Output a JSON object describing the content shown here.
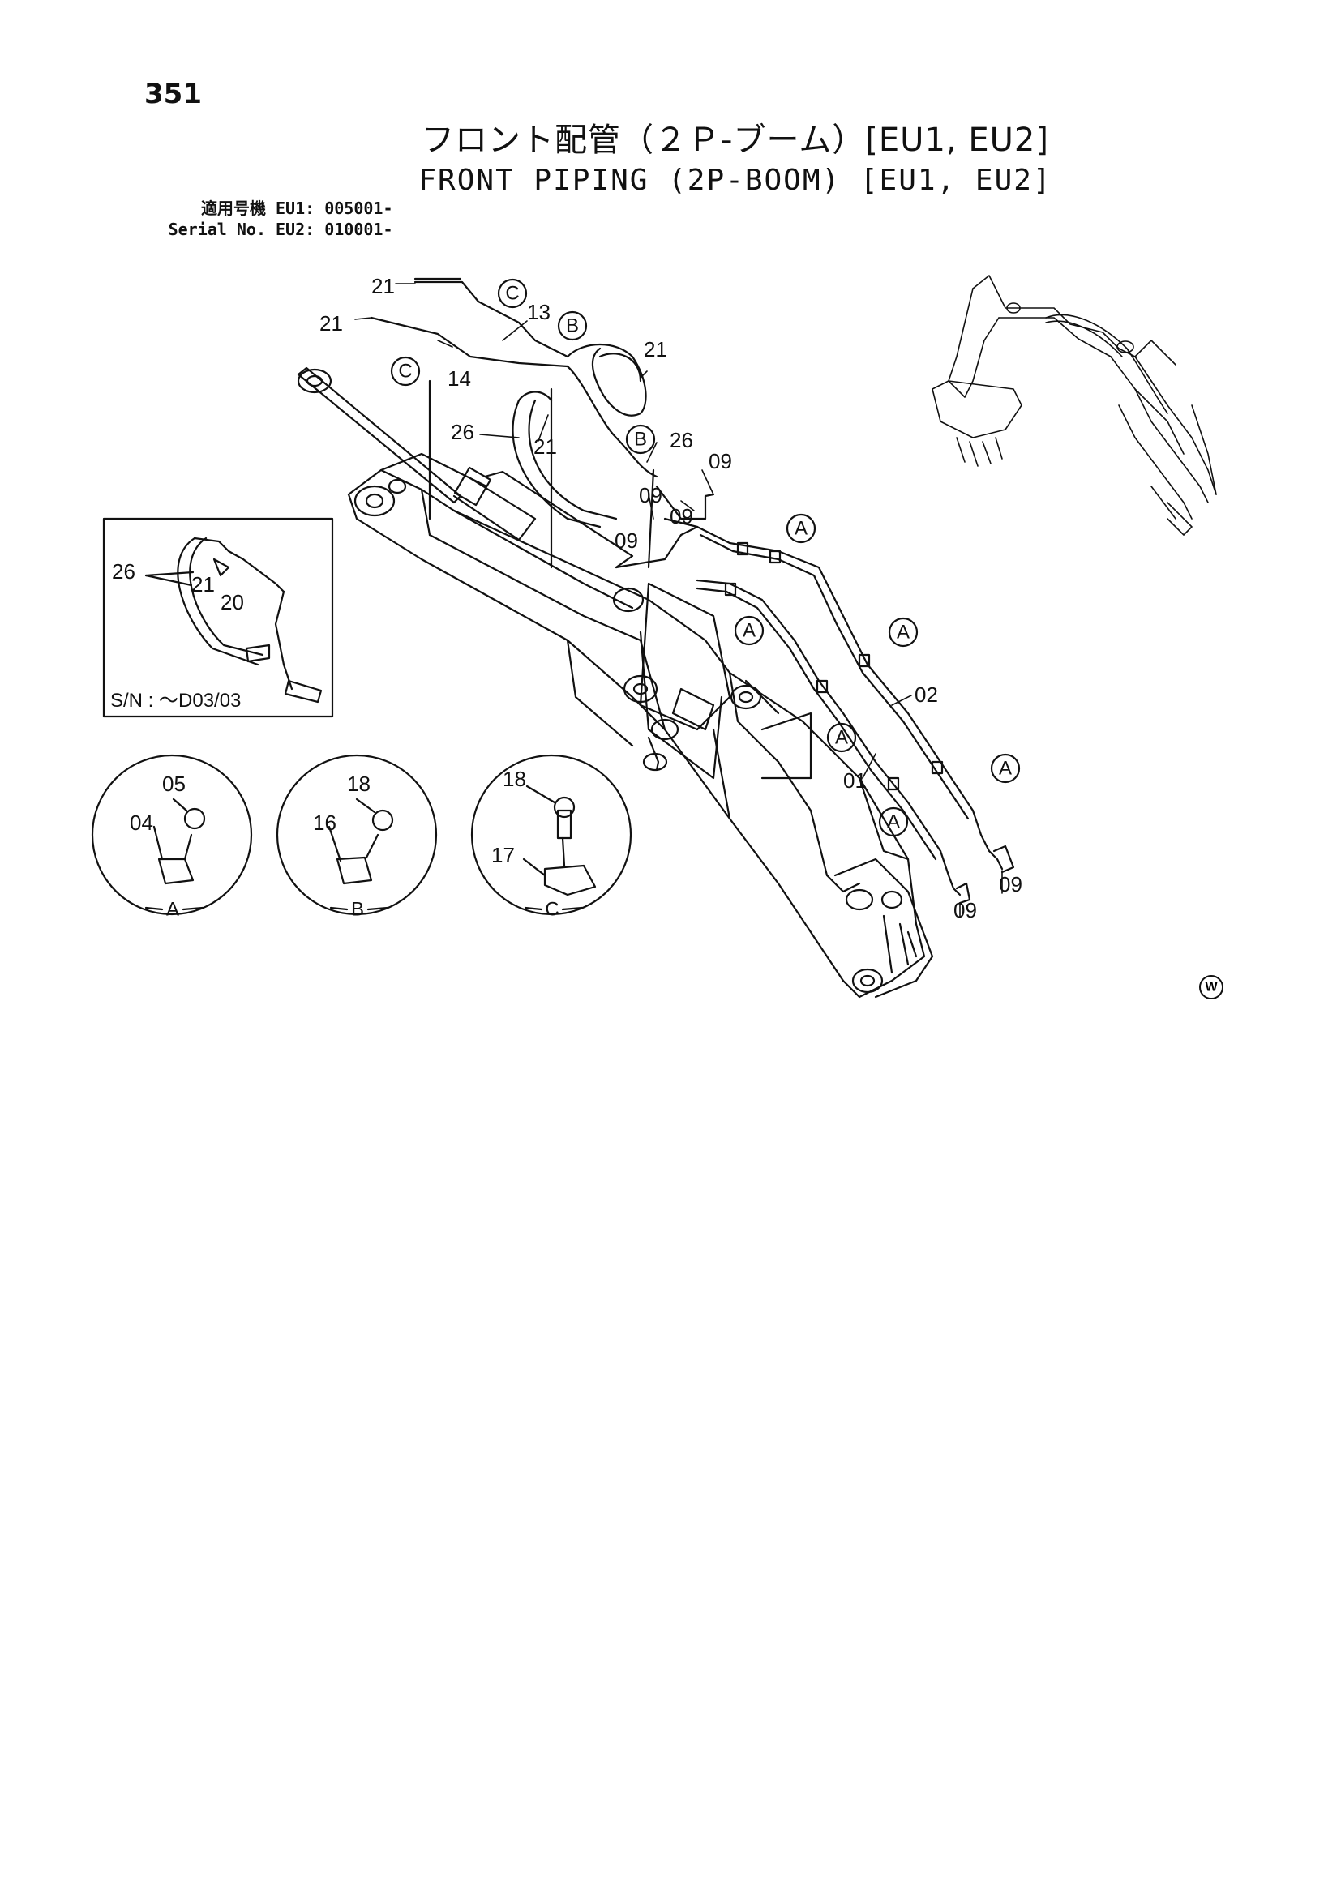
{
  "page_number": "351",
  "title": {
    "japanese": "フロント配管（２Ｐ-ブーム）[EU1, EU2]",
    "english": "FRONT PIPING (2P-BOOM) [EU1, EU2]"
  },
  "serial": {
    "label_jp": "適用号機",
    "label_en": "Serial No.",
    "eu1": "EU1: 005001-",
    "eu2": "EU2: 010001-"
  },
  "inset": {
    "sn_text": "S/N : ～D03/03"
  },
  "callouts": {
    "c_top": "C",
    "c_left": "C",
    "b_top": "B",
    "b_mid": "B",
    "a1": "A",
    "a2": "A",
    "a3": "A",
    "a4": "A",
    "a5": "A",
    "a6": "A"
  },
  "detail_letters": {
    "a": "A",
    "b": "B",
    "c": "C"
  },
  "part_numbers": {
    "p21a": "21",
    "p21b": "21",
    "p21c": "21",
    "p21d": "21",
    "p21e": "21",
    "p13": "13",
    "p14": "14",
    "p26a": "26",
    "p26b": "26",
    "p26c": "26",
    "p09a": "09",
    "p09b": "09",
    "p09c": "09",
    "p09d": "09",
    "p09e": "09",
    "p09f": "09",
    "p02": "02",
    "p01": "01",
    "p20": "20",
    "p05": "05",
    "p04": "04",
    "p18a": "18",
    "p16": "16",
    "p18b": "18",
    "p17": "17"
  },
  "logo_mark": "W",
  "colors": {
    "ink": "#111111",
    "paper": "#ffffff"
  }
}
